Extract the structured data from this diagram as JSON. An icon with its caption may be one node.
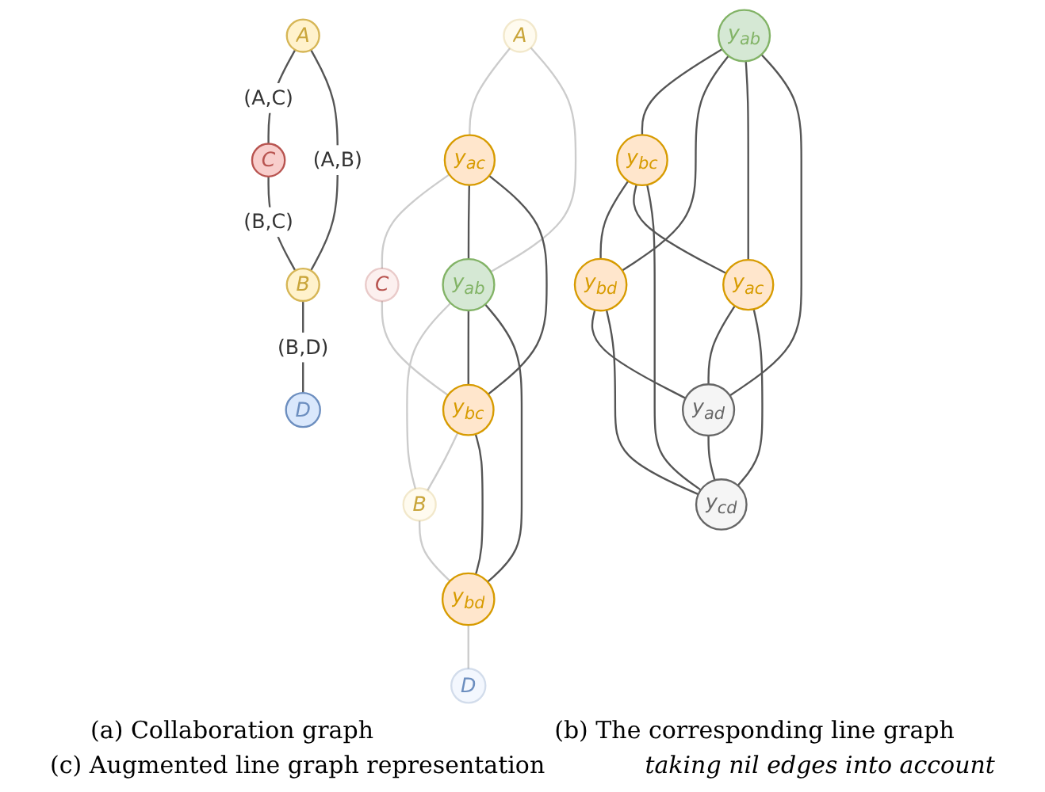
{
  "diagram": {
    "nodes": [
      {
        "text": [
          "A"
        ]
      },
      {
        "text": [
          "C"
        ]
      },
      {
        "text": [
          "B"
        ]
      },
      {
        "text": [
          "D"
        ]
      },
      {
        "text": [
          "A"
        ]
      },
      {
        "text": [
          "y$_{ac}$"
        ]
      },
      {
        "text": [
          "y$_{ab}$"
        ]
      },
      {
        "text": [
          "C"
        ]
      },
      {
        "text": [
          "y$_{bc}$"
        ]
      },
      {
        "text": [
          "B"
        ]
      },
      {
        "text": [
          "y$_{bd}$"
        ]
      },
      {
        "text": [
          "D"
        ]
      },
      {
        "text": [
          "y$_{ab}$"
        ]
      },
      {
        "text": [
          "y$_{bc}$"
        ]
      },
      {
        "text": [
          "y$_{bd}$"
        ]
      },
      {
        "text": [
          "y$_{ac}$"
        ]
      },
      {
        "text": [
          "y$_{ad}$"
        ]
      },
      {
        "text": [
          "y$_{cd}$"
        ]
      }
    ],
    "edges": [
      {
        "from": 0,
        "to": 1,
        "arrow": "none",
        "label": "(A,C)"
      },
      {
        "from": 0,
        "to": 2,
        "arrow": "none",
        "label": "(A,B)"
      },
      {
        "from": 1,
        "to": 2,
        "arrow": "none",
        "label": "(B,C)"
      },
      {
        "from": 2,
        "to": 3,
        "arrow": "none",
        "label": "(B,D)"
      },
      {
        "from": 4,
        "to": 5,
        "arrow": "none",
        "color": "#cccccc"
      },
      {
        "from": 5,
        "to": 7,
        "arrow": "none",
        "color": "#cccccc"
      },
      {
        "from": 4,
        "to": 6,
        "arrow": "none",
        "color": "#cccccc"
      },
      {
        "from": 6,
        "to": 9,
        "arrow": "none",
        "color": "#cccccc"
      },
      {
        "from": 7,
        "to": 8,
        "arrow": "none",
        "color": "#cccccc"
      },
      {
        "from": 8,
        "to": 9,
        "arrow": "none",
        "color": "#cccccc"
      },
      {
        "from": 9,
        "to": 10,
        "arrow": "none",
        "color": "#cccccc"
      },
      {
        "from": 10,
        "to": 11,
        "arrow": "none",
        "color": "#cccccc"
      },
      {
        "from": 5,
        "to": 6,
        "arrow": "none"
      },
      {
        "from": 5,
        "to": 8,
        "arrow": "none"
      },
      {
        "from": 6,
        "to": 8,
        "arrow": "none"
      },
      {
        "from": 6,
        "to": 10,
        "arrow": "none"
      },
      {
        "from": 8,
        "to": 10,
        "arrow": "none"
      },
      {
        "from": 12,
        "to": 13,
        "arrow": "none"
      },
      {
        "from": 12,
        "to": 14,
        "arrow": "none"
      },
      {
        "from": 12,
        "to": 15,
        "arrow": "none"
      },
      {
        "from": 12,
        "to": 16,
        "arrow": "none"
      },
      {
        "from": 13,
        "to": 14,
        "arrow": "none"
      },
      {
        "from": 13,
        "to": 15,
        "arrow": "none"
      },
      {
        "from": 13,
        "to": 17,
        "arrow": "none"
      },
      {
        "from": 14,
        "to": 16,
        "arrow": "none"
      },
      {
        "from": 14,
        "to": 17,
        "arrow": "none"
      },
      {
        "from": 15,
        "to": 16,
        "arrow": "none"
      },
      {
        "from": 15,
        "to": 17,
        "arrow": "none"
      },
      {
        "from": 16,
        "to": 17,
        "arrow": "none"
      }
    ],
    "labels": [
      "(a) Collaboration graph",
      "(b) The corresponding line graph",
      "(c) Augmented line graph representation",
      "taking nil edges into account"
    ]
  }
}
